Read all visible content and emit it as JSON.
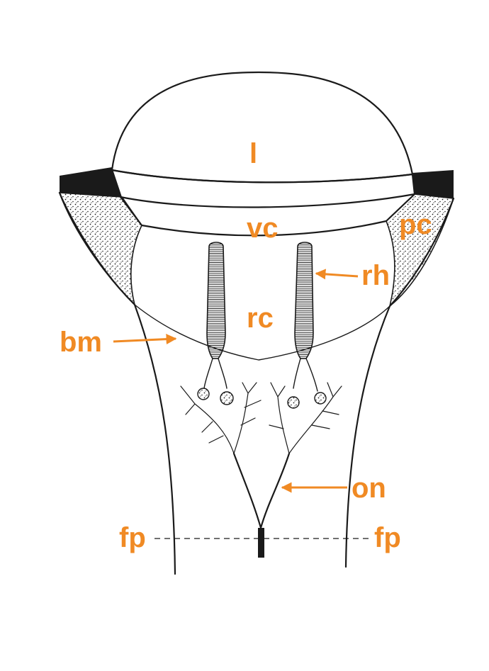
{
  "colors": {
    "ink": "#1a1a1a",
    "label": "#f08a24",
    "background": "#ffffff"
  },
  "labels": {
    "l": "l",
    "vc": "vc",
    "pc": "pc",
    "rh": "rh",
    "rc": "rc",
    "bm": "bm",
    "on": "on",
    "fp_left": "fp",
    "fp_right": "fp"
  }
}
